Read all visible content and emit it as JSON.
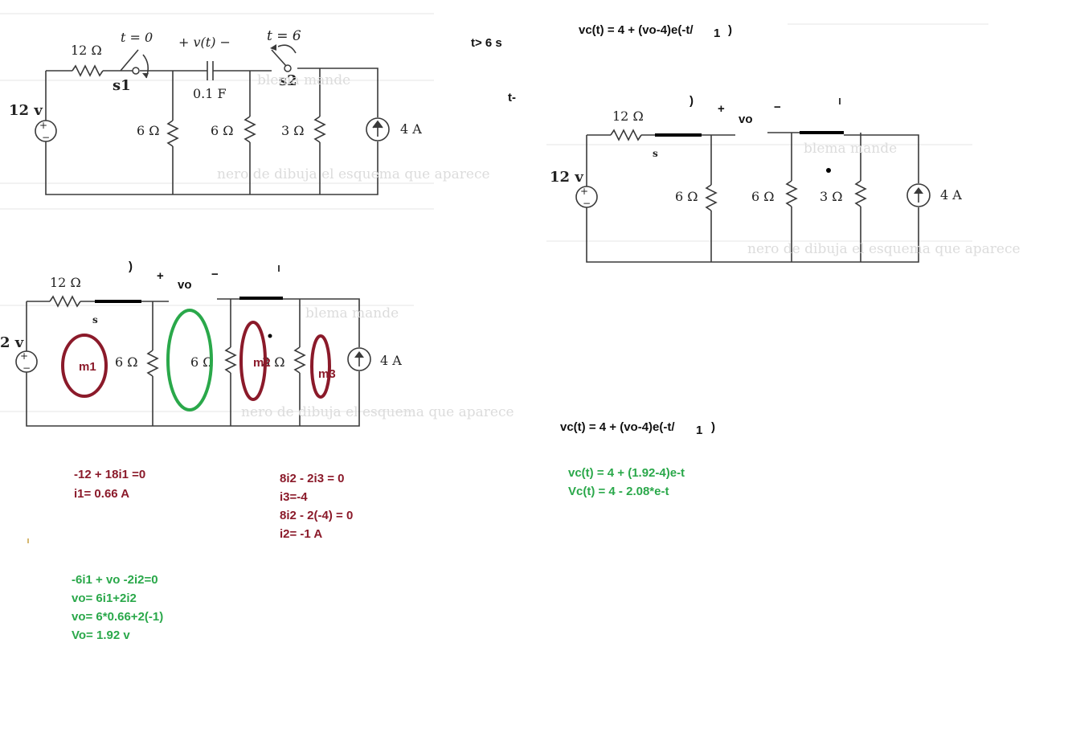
{
  "circuit_top_left": {
    "r_series": "12 Ω",
    "switch1_time": "t = 0",
    "switch1_label": "s1",
    "cap_voltage": "+ v(t) −",
    "cap_value": "0.1 F",
    "switch2_time": "t = 6",
    "switch2_label": "s2",
    "source": "12 v",
    "r1": "6 Ω",
    "r2": "6 Ω",
    "r3": "3 Ω",
    "current_source": "4 A"
  },
  "circuit_top_right": {
    "t_gt": "t> 6 s",
    "t_minus": "t-",
    "formula": "vc(t) = 4 + (vo-4)e(-t/",
    "formula_tau": "1",
    "formula_close": ")",
    "r_series": "12 Ω",
    "vo_label": "vo",
    "plus": "+",
    "minus": "−",
    "paren": ")",
    "source": "12 v",
    "r1": "6 Ω",
    "r2": "6 Ω",
    "r3": "3 Ω",
    "current_source": "4 A",
    "s_mark": "s"
  },
  "circuit_bottom": {
    "r_series": "12 Ω",
    "paren": ")",
    "plus": "+",
    "minus": "−",
    "vo_label": "vo",
    "source": "2 v",
    "r1": "6 Ω",
    "r2": "6 Ω",
    "r3": "3 Ω",
    "current_source": "4 A",
    "mesh1": "m1",
    "mesh2": "m2",
    "mesh3": "m3",
    "s_mark": "s"
  },
  "equations": {
    "mesh1": [
      "-12 + 18i1 =0",
      "i1= 0.66 A"
    ],
    "mesh23": [
      "8i2 - 2i3 = 0",
      "i3=-4",
      "8i2 - 2(-4) = 0",
      "i2= -1 A"
    ],
    "vo": [
      "-6i1 + vo -2i2=0",
      "vo= 6i1+2i2",
      "vo= 6*0.66+2(-1)",
      "Vo= 1.92 v"
    ],
    "vc_formula": "vc(t) = 4 + (vo-4)e(-t/",
    "vc_formula_tau": "1",
    "vc_formula_close": ")",
    "vc_result": [
      "vc(t) = 4 + (1.92-4)e-t",
      "Vc(t) = 4 - 2.08*e-t"
    ]
  },
  "colors": {
    "mesh_red": "#8b1a2a",
    "mesh_green": "#2aa84a",
    "wire": "#3a3a3a"
  }
}
